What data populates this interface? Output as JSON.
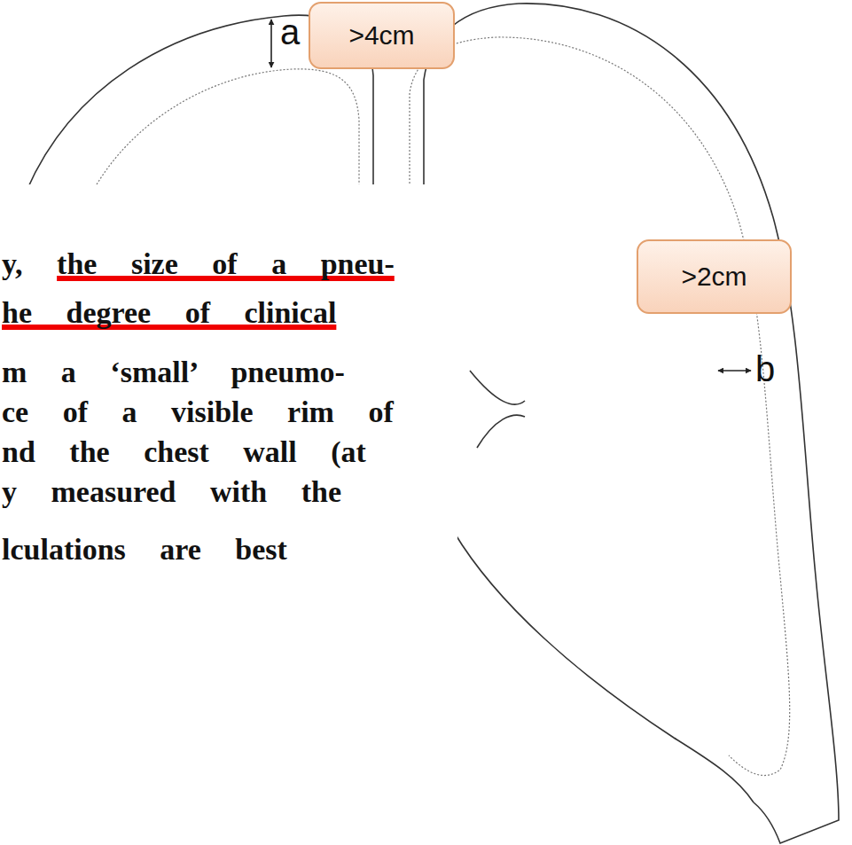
{
  "diagram": {
    "nodes": [
      {
        "text": [
          ">4cm"
        ]
      },
      {
        "text": [
          ">2cm"
        ]
      }
    ],
    "labels": [
      "a",
      "y, the size of a pneu-",
      "he degree of clinical",
      "m a ‘small’ pneumo-",
      "ce of a visible rim of",
      "nd the chest wall (at",
      "y measured with the",
      "lculations are best",
      "b"
    ]
  }
}
